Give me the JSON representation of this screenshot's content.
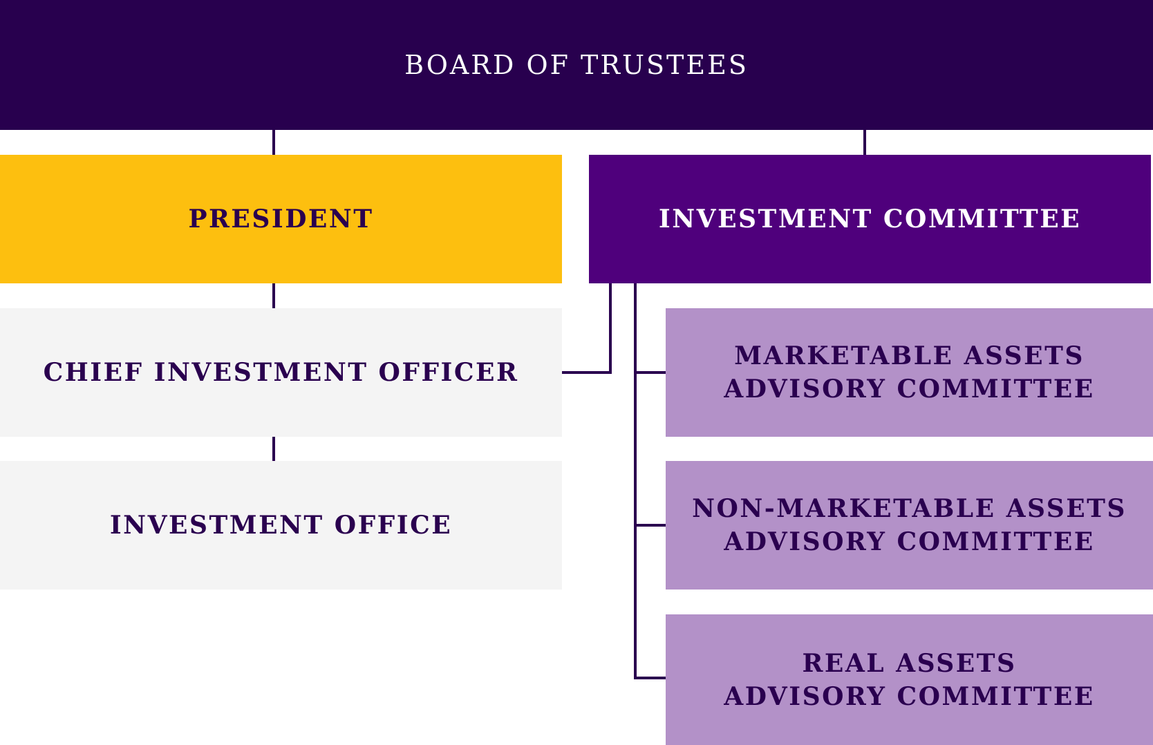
{
  "colors": {
    "board_bg": "#28004e",
    "president_bg": "#fdbf0f",
    "investment_committee_bg": "#4f007c",
    "light_box_bg": "#f4f4f4",
    "advisory_bg": "#b391c8",
    "dark_text": "#2a004f",
    "light_text": "#ffffff",
    "connector": "#2a004f"
  },
  "nodes": {
    "board": {
      "label": "BOARD OF TRUSTEES"
    },
    "president": {
      "label": "PRESIDENT"
    },
    "investment_committee": {
      "label": "INVESTMENT COMMITTEE"
    },
    "cio": {
      "label": "CHIEF INVESTMENT OFFICER"
    },
    "investment_office": {
      "label": "INVESTMENT OFFICE"
    },
    "marketable": {
      "line1": "MARKETABLE ASSETS",
      "line2": "ADVISORY COMMITTEE"
    },
    "non_marketable": {
      "line1": "NON-MARKETABLE ASSETS",
      "line2": "ADVISORY COMMITTEE"
    },
    "real_assets": {
      "line1": "REAL ASSETS",
      "line2": "ADVISORY COMMITTEE"
    }
  },
  "edges": [
    {
      "from": "board",
      "to": "president"
    },
    {
      "from": "board",
      "to": "investment_committee"
    },
    {
      "from": "president",
      "to": "cio"
    },
    {
      "from": "cio",
      "to": "investment_office"
    },
    {
      "from": "investment_committee",
      "to": "cio"
    },
    {
      "from": "investment_committee",
      "to": "marketable"
    },
    {
      "from": "investment_committee",
      "to": "non_marketable"
    },
    {
      "from": "investment_committee",
      "to": "real_assets"
    }
  ]
}
